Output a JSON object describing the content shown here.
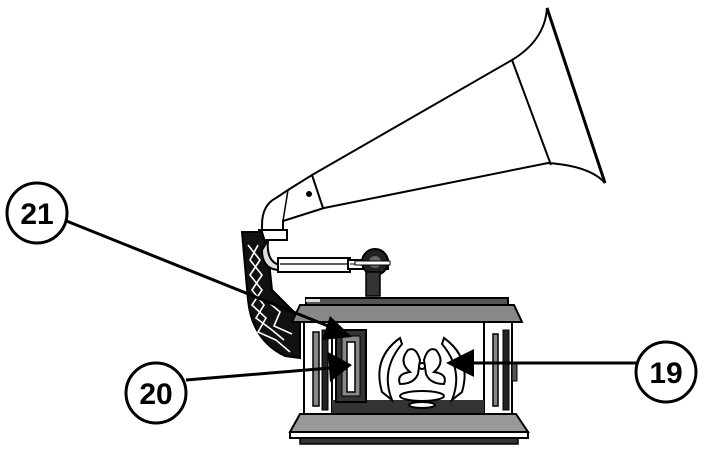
{
  "diagram": {
    "subject": "gramophone-style record player",
    "colors": {
      "line": "#000000",
      "background": "#ffffff",
      "shade": "#7a7a7a",
      "light_shade": "#c8c8c8"
    },
    "callouts": [
      {
        "id": "21",
        "label": "21",
        "target": "upper part of control panel on front-left of cabinet"
      },
      {
        "id": "20",
        "label": "20",
        "target": "control knob / switch on front-left of cabinet"
      },
      {
        "id": "19",
        "label": "19",
        "target": "decorative speaker grille on front of cabinet"
      }
    ]
  }
}
